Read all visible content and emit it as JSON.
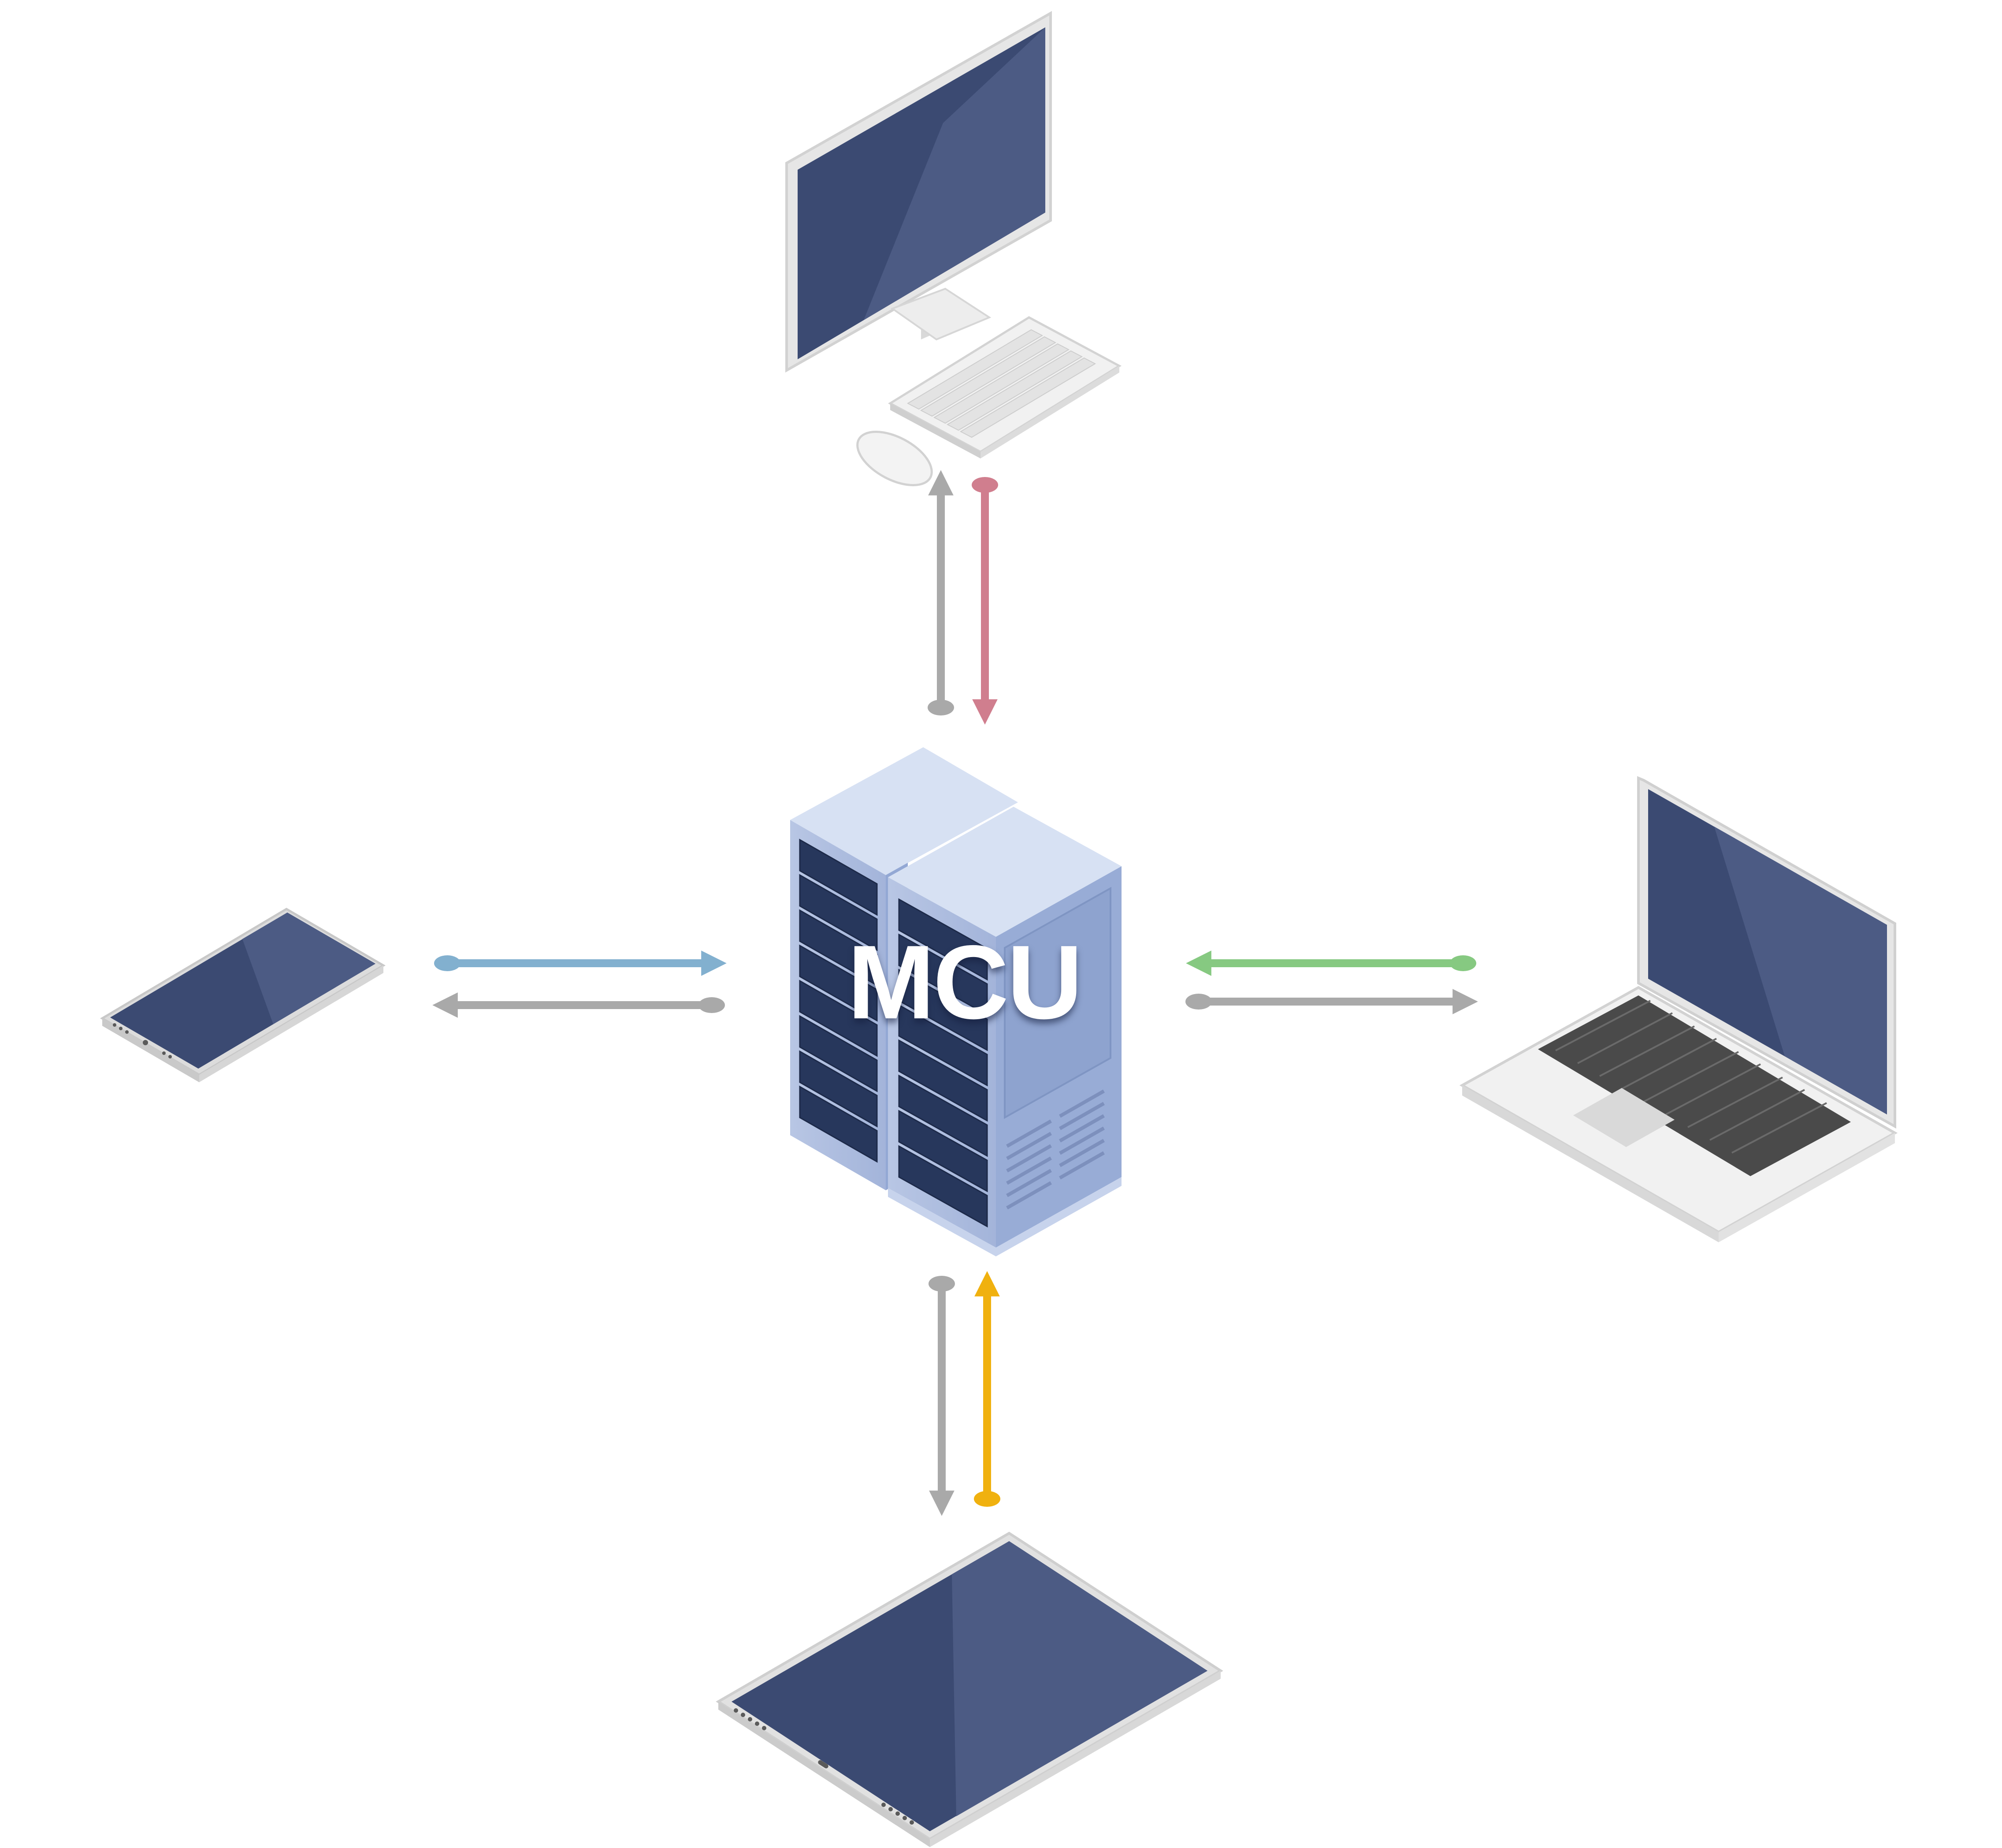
{
  "server": {
    "label": "MCU"
  },
  "colors": {
    "screen": "#3b4a72",
    "screen_hi": "#4c5b84",
    "device_body": "#e6e6e6",
    "server_body": "#a9b9dc",
    "server_top": "#d7e1f3",
    "server_side": "#91a6d3",
    "server_bay": "#27375c",
    "gray_arrow": "#a9a9a9",
    "desktop_link": "#d07e8e",
    "phone_link": "#82b0cf",
    "laptop_link": "#86c981",
    "tablet_link": "#f0b10f",
    "label": "#ffffff"
  },
  "devices": [
    {
      "name": "desktop",
      "icon": "desktop-monitor-keyboard-mouse"
    },
    {
      "name": "phone",
      "icon": "smartphone"
    },
    {
      "name": "laptop",
      "icon": "laptop"
    },
    {
      "name": "tablet",
      "icon": "tablet"
    }
  ]
}
